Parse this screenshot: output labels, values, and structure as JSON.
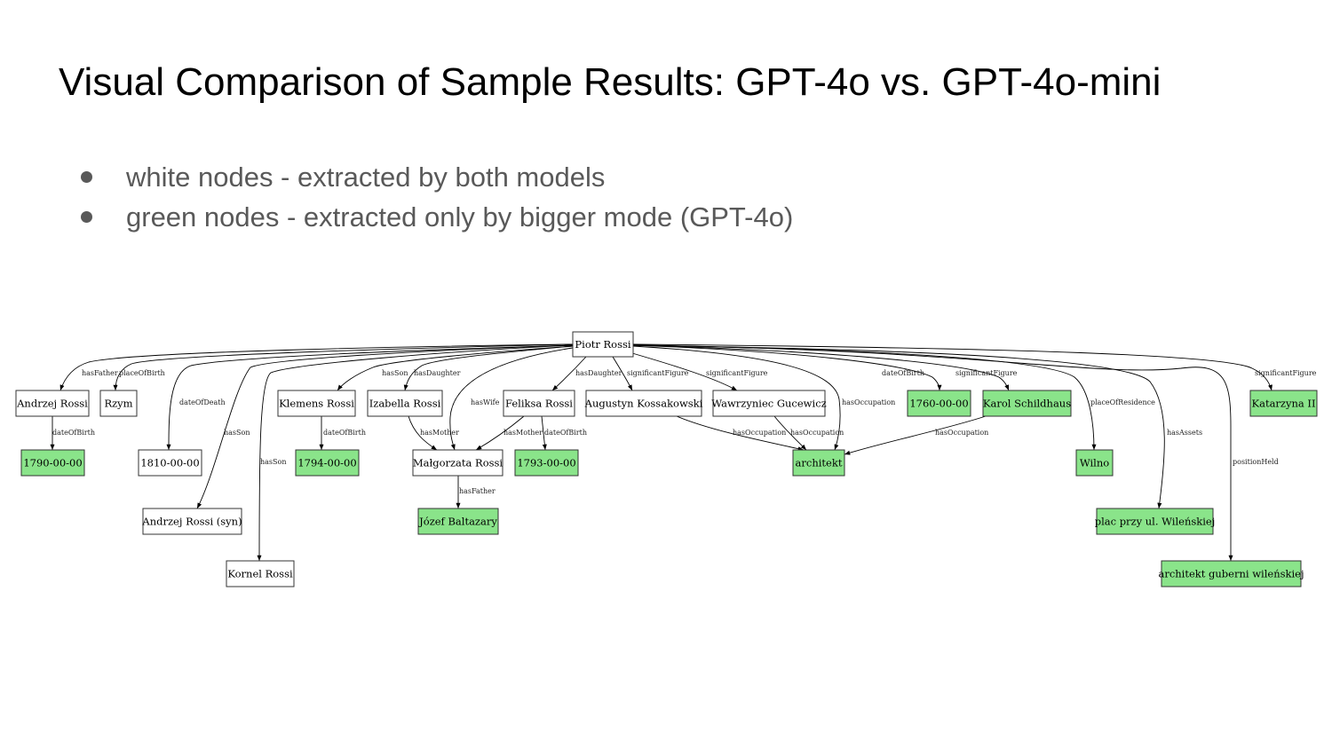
{
  "slide": {
    "title": "Visual Comparison of Sample Results: GPT-4o vs. GPT-4o-mini",
    "bullets": [
      "white nodes - extracted by both models",
      "green nodes - extracted only by bigger mode (GPT-4o)"
    ]
  },
  "colors": {
    "white_node": "#ffffff",
    "green_node": "#8ae48a",
    "bullet_text": "#595959"
  },
  "graph": {
    "nodes": [
      {
        "id": "piotr",
        "label": "Piotr Rossi",
        "kind": "white"
      },
      {
        "id": "andrzej",
        "label": "Andrzej Rossi",
        "kind": "white"
      },
      {
        "id": "rzym",
        "label": "Rzym",
        "kind": "white"
      },
      {
        "id": "klemens",
        "label": "Klemens Rossi",
        "kind": "white"
      },
      {
        "id": "izabella",
        "label": "Izabella Rossi",
        "kind": "white"
      },
      {
        "id": "feliksa",
        "label": "Feliksa Rossi",
        "kind": "white"
      },
      {
        "id": "augustyn",
        "label": "Augustyn Kossakowski",
        "kind": "white"
      },
      {
        "id": "wawrzyniec",
        "label": "Wawrzyniec Gucewicz",
        "kind": "white"
      },
      {
        "id": "d1760",
        "label": "1760-00-00",
        "kind": "green"
      },
      {
        "id": "karol",
        "label": "Karol Schildhaus",
        "kind": "green"
      },
      {
        "id": "katarzyna",
        "label": "Katarzyna II",
        "kind": "green"
      },
      {
        "id": "d1790",
        "label": "1790-00-00",
        "kind": "green"
      },
      {
        "id": "d1810",
        "label": "1810-00-00",
        "kind": "white"
      },
      {
        "id": "d1794",
        "label": "1794-00-00",
        "kind": "green"
      },
      {
        "id": "malgorzata",
        "label": "Małgorzata Rossi",
        "kind": "white"
      },
      {
        "id": "d1793",
        "label": "1793-00-00",
        "kind": "green"
      },
      {
        "id": "architekt",
        "label": "architekt",
        "kind": "green"
      },
      {
        "id": "wilno",
        "label": "Wilno",
        "kind": "green"
      },
      {
        "id": "andrzejsyn",
        "label": "Andrzej Rossi (syn)",
        "kind": "white"
      },
      {
        "id": "jozef",
        "label": "Józef Baltazary",
        "kind": "green"
      },
      {
        "id": "plac",
        "label": "plac przy ul. Wileńskiej",
        "kind": "green"
      },
      {
        "id": "kornel",
        "label": "Kornel Rossi",
        "kind": "white"
      },
      {
        "id": "gubernia",
        "label": "architekt guberni wileńskiej",
        "kind": "green"
      }
    ],
    "edges": [
      {
        "from": "piotr",
        "to": "andrzej",
        "label": "hasFather"
      },
      {
        "from": "piotr",
        "to": "rzym",
        "label": "placeOfBirth"
      },
      {
        "from": "piotr",
        "to": "d1810",
        "label": "dateOfDeath"
      },
      {
        "from": "piotr",
        "to": "andrzejsyn",
        "label": "hasSon"
      },
      {
        "from": "piotr",
        "to": "kornel",
        "label": "hasSon"
      },
      {
        "from": "piotr",
        "to": "klemens",
        "label": "hasSon"
      },
      {
        "from": "piotr",
        "to": "izabella",
        "label": "hasDaughter"
      },
      {
        "from": "piotr",
        "to": "malgorzata",
        "label": "hasWife"
      },
      {
        "from": "piotr",
        "to": "feliksa",
        "label": "hasDaughter"
      },
      {
        "from": "piotr",
        "to": "augustyn",
        "label": "significantFigure"
      },
      {
        "from": "piotr",
        "to": "wawrzyniec",
        "label": "significantFigure"
      },
      {
        "from": "piotr",
        "to": "architekt",
        "label": "hasOccupation"
      },
      {
        "from": "piotr",
        "to": "d1760",
        "label": "dateOfBirth"
      },
      {
        "from": "piotr",
        "to": "karol",
        "label": "significantFigure"
      },
      {
        "from": "piotr",
        "to": "wilno",
        "label": "placeOfResidence"
      },
      {
        "from": "piotr",
        "to": "plac",
        "label": "hasAssets"
      },
      {
        "from": "piotr",
        "to": "gubernia",
        "label": "positionHeld"
      },
      {
        "from": "piotr",
        "to": "katarzyna",
        "label": "significantFigure"
      },
      {
        "from": "andrzej",
        "to": "d1790",
        "label": "dateOfBirth"
      },
      {
        "from": "klemens",
        "to": "d1794",
        "label": "dateOfBirth"
      },
      {
        "from": "izabella",
        "to": "malgorzata",
        "label": "hasMother"
      },
      {
        "from": "feliksa",
        "to": "malgorzata",
        "label": "hasMother"
      },
      {
        "from": "feliksa",
        "to": "d1793",
        "label": "dateOfBirth"
      },
      {
        "from": "malgorzata",
        "to": "jozef",
        "label": "hasFather"
      },
      {
        "from": "augustyn",
        "to": "architekt",
        "label": "hasOccupation"
      },
      {
        "from": "wawrzyniec",
        "to": "architekt",
        "label": "hasOccupation"
      },
      {
        "from": "karol",
        "to": "architekt",
        "label": "hasOccupation"
      }
    ]
  }
}
